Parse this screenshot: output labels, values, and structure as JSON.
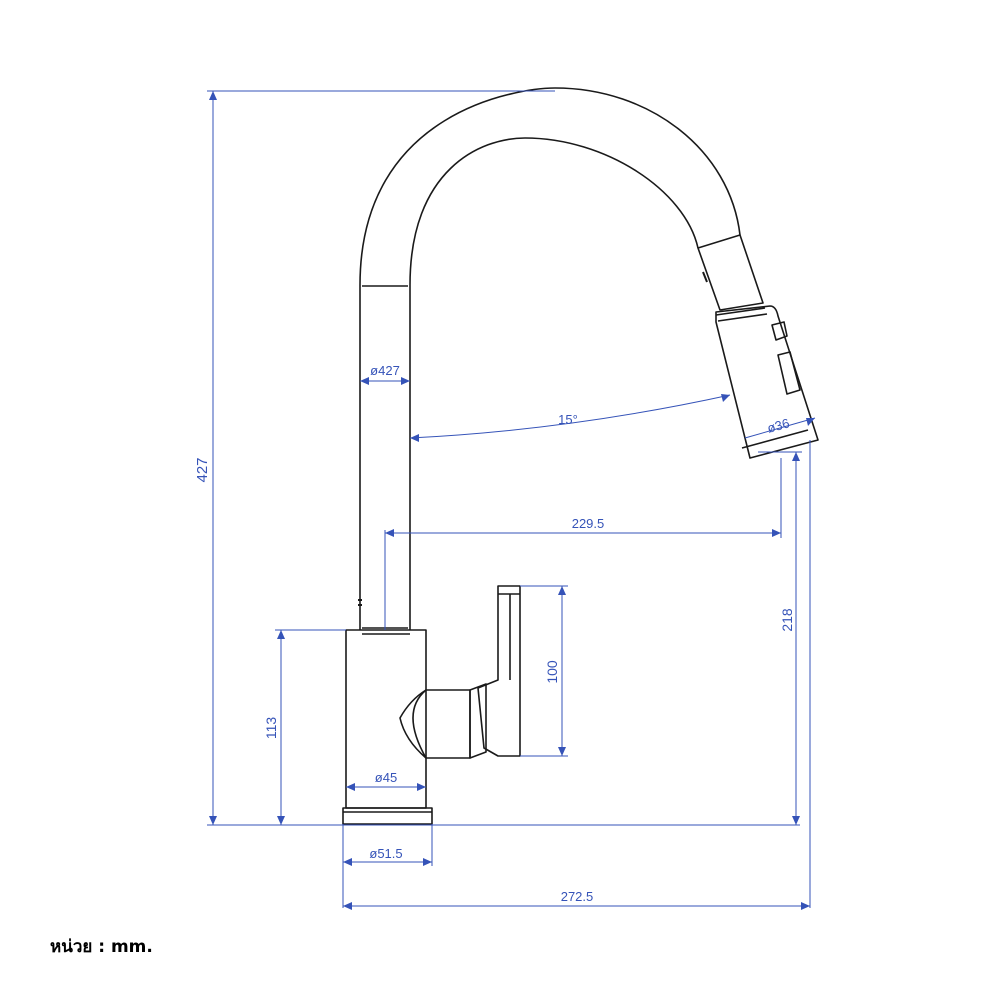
{
  "colors": {
    "outline": "#1a1a1a",
    "dimension": "#3553b8"
  },
  "dimensions": {
    "total_height": "427",
    "spout_diameter": "ø427",
    "swivel_angle": "15°",
    "spout_reach": "229.5",
    "outlet_height": "218",
    "spray_head_diameter": "ø36",
    "handle_height": "100",
    "body_height": "113",
    "body_diameter": "ø45",
    "base_diameter": "ø51.5",
    "total_depth": "272.5"
  },
  "unit_note": "หน่วย : mm."
}
